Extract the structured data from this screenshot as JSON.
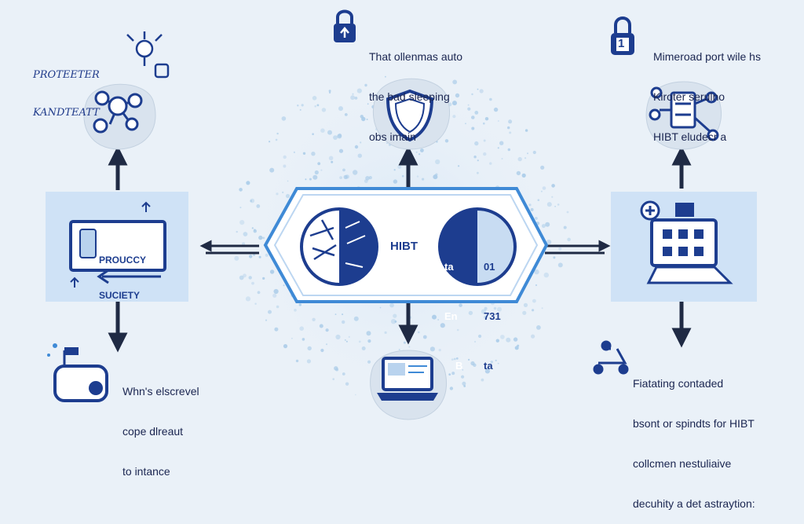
{
  "colors": {
    "background": "#eaf1f8",
    "navy": "#1d3d8f",
    "panel": "#cfe2f6",
    "hub_border": "#3f8ad6",
    "dots": "#a9cbe8",
    "circle_bg": "#d9e3ee"
  },
  "top_left": {
    "caption_lines": [
      "PROTEETER",
      "KANDTEATT"
    ],
    "icon": "network-nodes-icon"
  },
  "top_center": {
    "caption_lines": [
      "That ollenmas auto",
      "the bad sleeping",
      "obs imain"
    ],
    "icon": "shield-dollar-icon",
    "lock_icon": "padlock-icon"
  },
  "top_right": {
    "caption_lines": [
      "Mimeroad port wile hs",
      "Kiroter serulno",
      "HIBT eludecr a"
    ],
    "icon": "server-network-icon",
    "lock_icon": "padlock-icon",
    "lock_label": "1"
  },
  "left_panel": {
    "screen_lines": [
      "PROUCCY",
      "SUCIETY"
    ],
    "icon": "monitor-icon"
  },
  "hub": {
    "label": "HIBT",
    "right_circle_left": [
      "ta",
      "En",
      "B"
    ],
    "right_circle_right": [
      "01",
      "731",
      "ta"
    ],
    "left_icon": "pie-tools-icon"
  },
  "right_panel": {
    "icon": "dashboard-grid-icon",
    "plus_icon": "plus-icon"
  },
  "bottom_left": {
    "caption_lines": [
      "Whn's elscrevel",
      "cope dlreaut",
      "to intance"
    ],
    "icon": "router-device-icon"
  },
  "bottom_center": {
    "icon": "laptop-icon"
  },
  "bottom_right": {
    "caption_lines": [
      "Fiatating contaded",
      "bsont or spindts for HIBT",
      "collcmen nestuliaive",
      "decuhity a det astraytion:"
    ],
    "icon": "scooter-icon"
  }
}
